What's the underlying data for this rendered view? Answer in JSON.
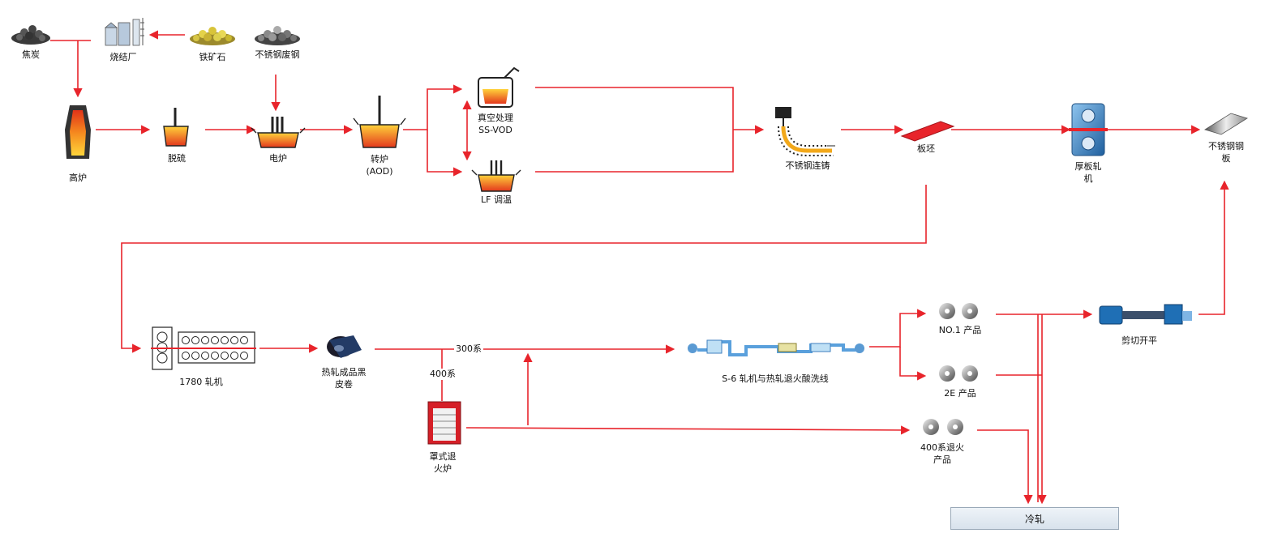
{
  "labels": {
    "coke": "焦炭",
    "sinter_plant": "烧结厂",
    "iron_ore": "铁矿石",
    "stainless_scrap": "不锈钢废钢",
    "blast_furnace": "高炉",
    "desulfurization": "脱硫",
    "electric_furnace": "电炉",
    "converter": "转炉",
    "converter_sub": "(AOD)",
    "vacuum_treatment": "真空处理",
    "vacuum_treatment_sub": "SS-VOD",
    "lf_refining": "LF 调温",
    "continuous_casting": "不锈钢连铸",
    "slab": "板坯",
    "plate_mill_1": "厚板轧",
    "plate_mill_2": "机",
    "stainless_plate_1": "不锈钢钢",
    "stainless_plate_2": "板",
    "hot_mill": "1780 轧机",
    "black_coil_1": "热轧成品黑",
    "black_coil_2": "皮卷",
    "series_300": "300系",
    "series_400": "400系",
    "bell_annealing_1": "罩式退",
    "bell_annealing_2": "火炉",
    "pickling_line": "S-6 轧机与热轧退火酸洗线",
    "no1_product": "NO.1 产品",
    "product_2e": "2E 产品",
    "annealed_400_1": "400系退火",
    "annealed_400_2": "产品",
    "shear_level": "剪切开平",
    "cold_rolling": "冷轧"
  },
  "colors": {
    "arrow": "#e8242b",
    "steel_blue": "#1f6fb5",
    "molten": "#f28c1e",
    "box_fill": "#e3eaf2"
  }
}
